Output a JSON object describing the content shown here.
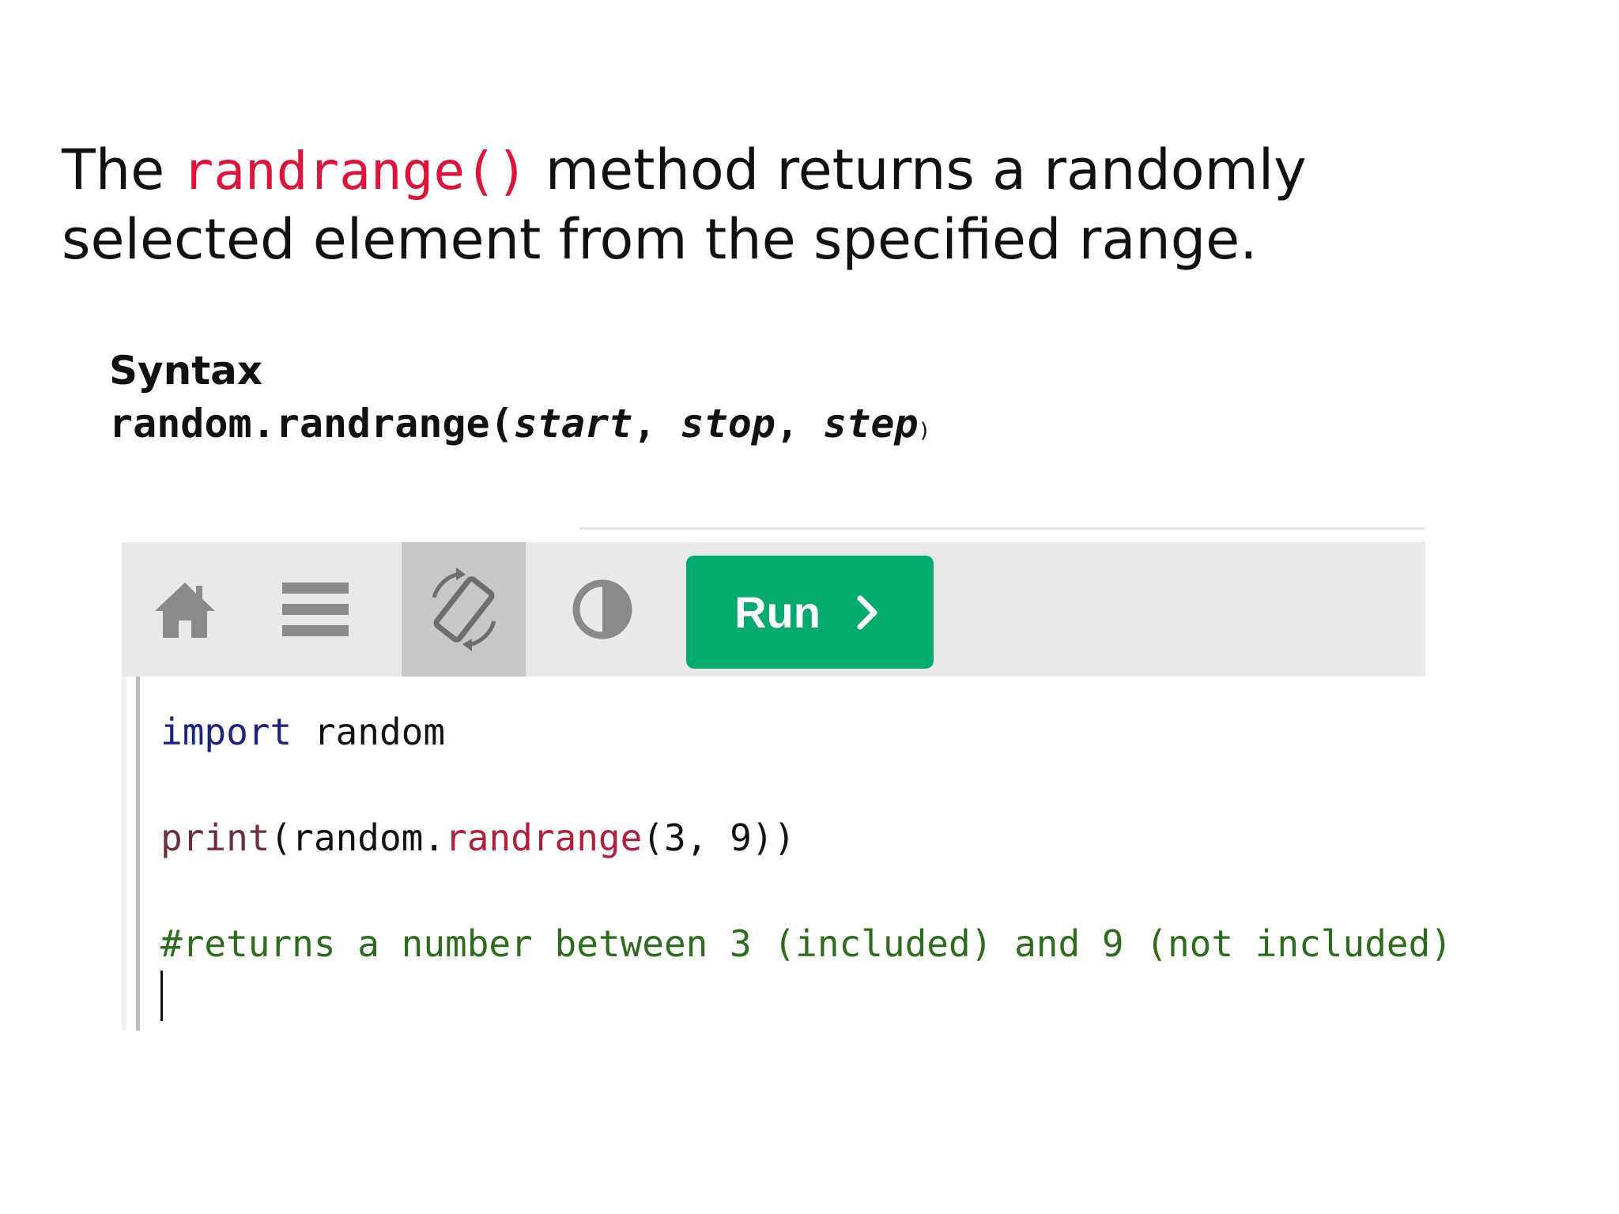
{
  "intro": {
    "prefix": "The ",
    "keyword": "randrange()",
    "line1_rest": " method returns a randomly",
    "line2": "selected element from the specified range."
  },
  "syntax": {
    "title": "Syntax",
    "code_prefix": "random.randrange(",
    "param_start": "start",
    "sep1": ", ",
    "param_stop": "stop",
    "sep2": ", ",
    "param_step": "step",
    "close": ")"
  },
  "editor": {
    "toolbar": {
      "home_icon": "home-icon",
      "menu_icon": "menu-icon",
      "rotate_icon": "rotate-icon",
      "contrast_icon": "contrast-icon",
      "run_label": "Run",
      "run_color": "#04aa6d"
    },
    "code": {
      "line1_kw": "import",
      "line1_rest": " random",
      "line2_fn": "print",
      "line2_a": "(random.",
      "line2_call": "randrange",
      "line2_b": "(3, 9))",
      "line3_comment": "#returns a number between 3 (included) and 9 (not included)"
    }
  }
}
